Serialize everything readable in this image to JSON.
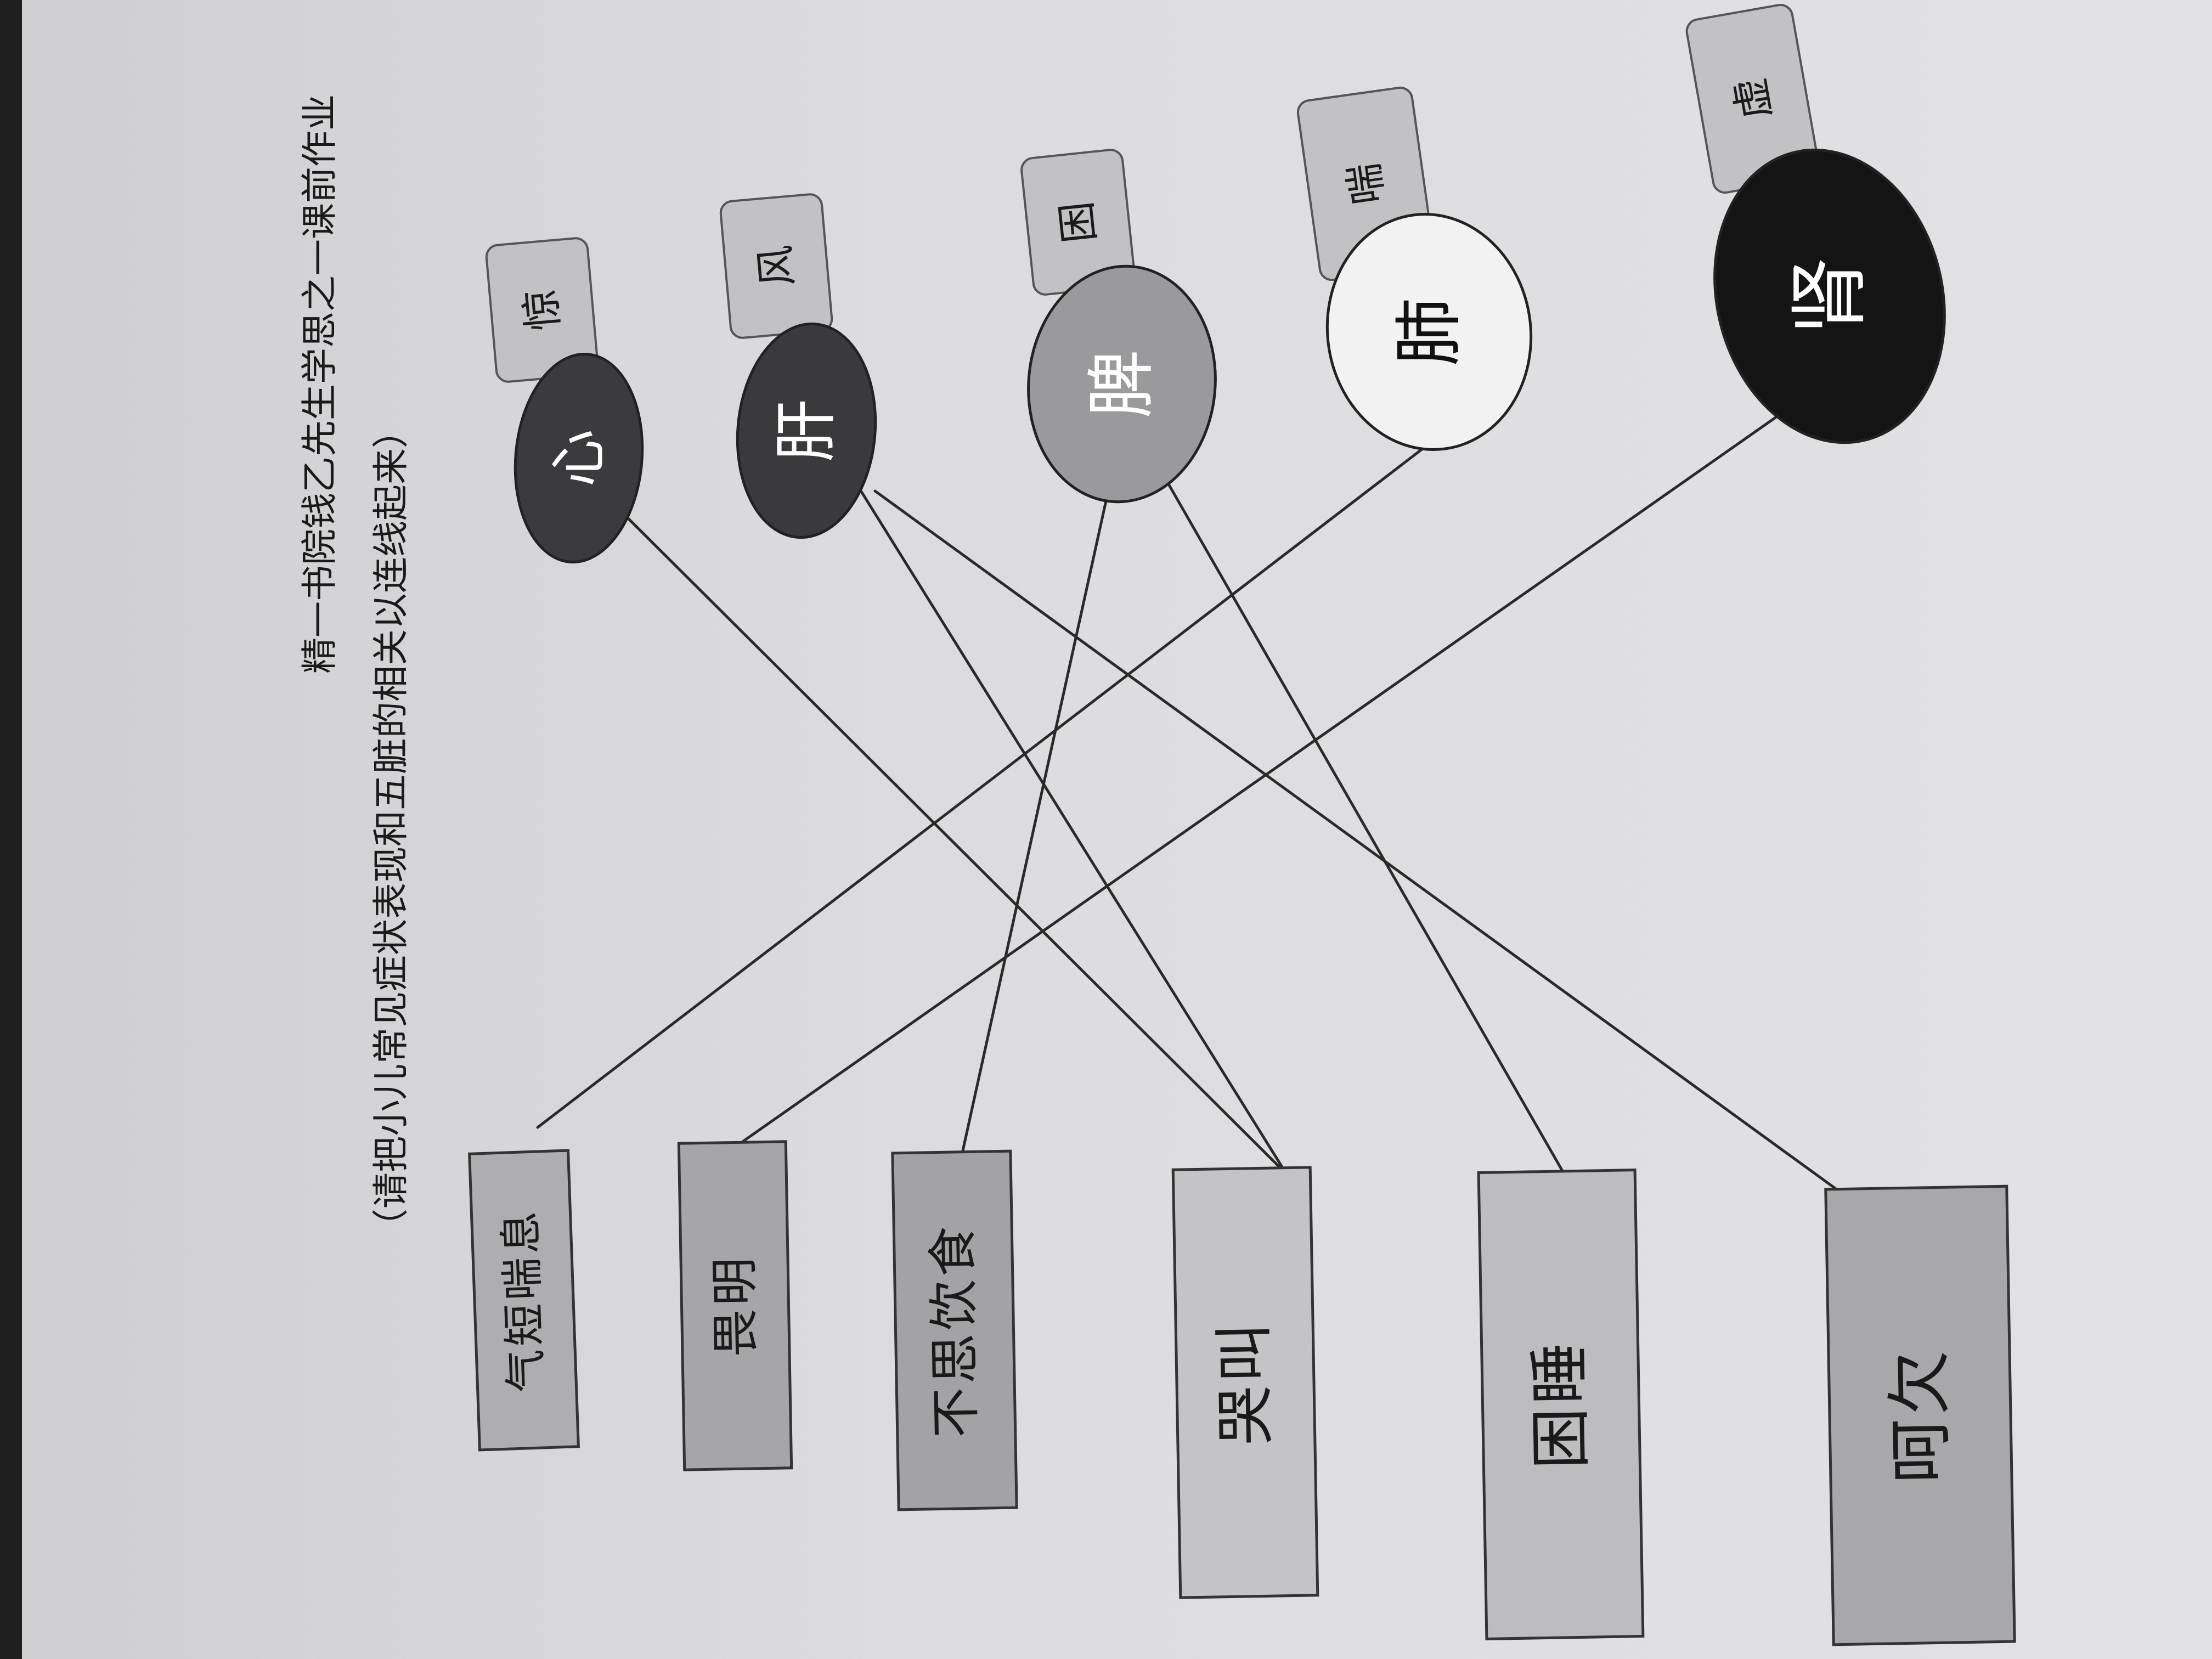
{
  "title": "精一书院钱乙先生学思之一课前作业",
  "subtitle": "（请把小儿常见症状表现和五脏的相关以连线起来）",
  "symptoms": [
    {
      "id": "s1",
      "text": "气短喘息"
    },
    {
      "id": "s2",
      "text": "畏明"
    },
    {
      "id": "s3",
      "text": "不思饮食"
    },
    {
      "id": "s4",
      "text": "哭叫"
    },
    {
      "id": "s5",
      "text": "困睡"
    },
    {
      "id": "s6",
      "text": "呵欠"
    }
  ],
  "organs": [
    {
      "id": "o1",
      "text": "心",
      "tag": "惊"
    },
    {
      "id": "o2",
      "text": "肝",
      "tag": "风"
    },
    {
      "id": "o3",
      "text": "脾",
      "tag": "困"
    },
    {
      "id": "o4",
      "text": "肺",
      "tag": "喘"
    },
    {
      "id": "o5",
      "text": "肾",
      "tag": "虚"
    }
  ],
  "connections": [
    {
      "from": "o1",
      "to": "s4"
    },
    {
      "from": "o2",
      "to": "s4"
    },
    {
      "from": "o2",
      "to": "s6"
    },
    {
      "from": "o3",
      "to": "s3"
    },
    {
      "from": "o3",
      "to": "s5"
    },
    {
      "from": "o4",
      "to": "s1"
    },
    {
      "from": "o5",
      "to": "s2"
    }
  ],
  "colors": {
    "organ_fills": [
      "#3b3b3d",
      "#3a3a3c",
      "#9a9a9c",
      "#f2f2f2",
      "#141415"
    ],
    "organ_text": [
      "#ffffff",
      "#ffffff",
      "#ffffff",
      "#111111",
      "#ffffff"
    ],
    "symptom_fills": [
      "#aeaeb0",
      "#a6a6a8",
      "#a3a3a5",
      "#c4c4c6",
      "#bdbdbf",
      "#a8a8aa"
    ],
    "tag_fill": "#c2c2c4",
    "line": "#2a2a2a",
    "text": "#1a1a1a"
  }
}
